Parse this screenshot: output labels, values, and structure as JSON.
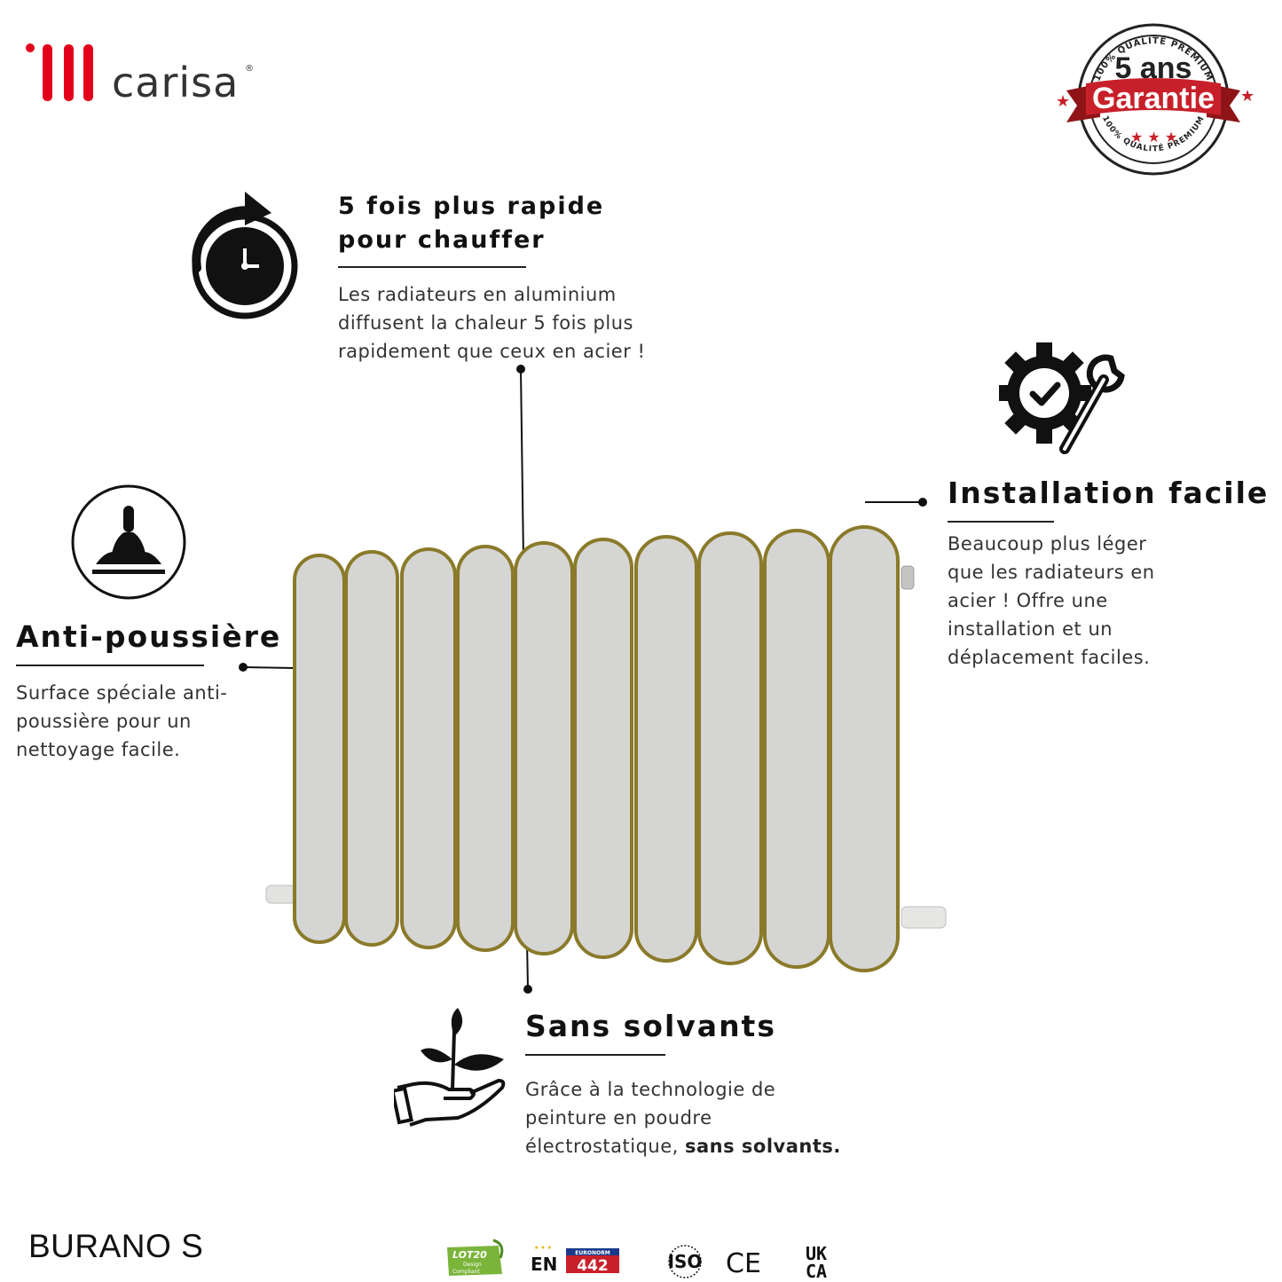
{
  "brand": {
    "name": "carisa",
    "registered_mark": "®",
    "accent_color": "#e3001b"
  },
  "badge": {
    "arc_text_top": "100% QUALITÉ PREMIUM",
    "arc_text_bottom": "100% QUALITÉ PREMIUM",
    "years": "5 ans",
    "ribbon": "Garantie",
    "ribbon_color": "#c8202a"
  },
  "features": [
    {
      "icon": "fast-heating-clock-icon",
      "title_line1": "5 fois plus rapide",
      "title_line2": "pour chauffer",
      "desc_lines": [
        "Les radiateurs en aluminium",
        "diffusent la chaleur 5 fois plus",
        "rapidement que ceux en acier !"
      ]
    },
    {
      "icon": "gear-wrench-check-icon",
      "title": "Installation facile",
      "desc_lines": [
        "Beaucoup plus léger",
        "que les radiateurs en",
        "acier ! Offre une",
        "installation et un",
        "déplacement faciles."
      ]
    },
    {
      "icon": "dust-brush-icon",
      "title": "Anti-poussière",
      "desc_lines": [
        "Surface spéciale anti-",
        "poussière pour un",
        "nettoyage facile."
      ]
    },
    {
      "icon": "plant-hand-icon",
      "title": "Sans solvants",
      "desc_lines": [
        "Grâce à la technologie de",
        "peinture en poudre"
      ],
      "desc_last_prefix": "électrostatique, ",
      "desc_last_bold": "sans solvants."
    }
  ],
  "product": {
    "model": "BURANO S",
    "column_count": 10,
    "frame_color": "#8a7a2a",
    "panel_color": "#d5d5d3"
  },
  "certifications": {
    "lot20_line1": "LOT20",
    "lot20_line2": "Design",
    "lot20_line3": "Compliant",
    "en_prefix": "EN",
    "euronorm": "EURONORM",
    "en_number": "442",
    "iso": "ISO",
    "ce": "CE",
    "ukca_top": "UK",
    "ukca_bottom": "CA"
  }
}
